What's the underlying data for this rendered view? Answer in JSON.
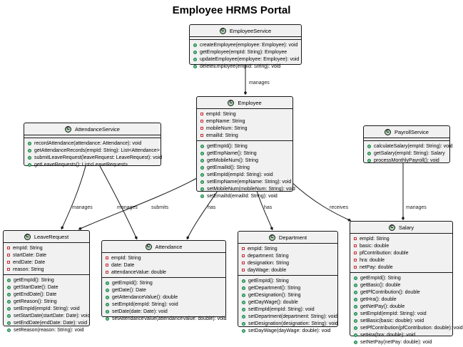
{
  "title": "Employee HRMS Portal",
  "classes": {
    "employee_service": {
      "name": "EmployeeService",
      "fields": [],
      "methods": [
        "createEmployee(employee: Employee): void",
        "getEmployee(empId: String): Employee",
        "updateEmployee(employee: Employee): void",
        "deleteEmployee(empId: String): void"
      ]
    },
    "employee": {
      "name": "Employee",
      "fields": [
        "empId: String",
        "empName: String",
        "mobileNum: String",
        "emailId: String"
      ],
      "methods": [
        "getEmpId(): String",
        "getEmpName(): String",
        "getMobileNum(): String",
        "getEmailId(): String",
        "setEmpId(empId: String): void",
        "setEmpName(empName: String): void",
        "setMobileNum(mobileNum: String): void",
        "setEmailId(emailId: String): void"
      ]
    },
    "attendance_service": {
      "name": "AttendanceService",
      "fields": [],
      "methods": [
        "recordAttendance(attendance: Attendance): void",
        "getAttendanceRecords(empId: String): List<Attendance>",
        "submitLeaveRequest(leaveRequest: LeaveRequest): void",
        "getLeaveRequests(): List<LeaveRequest>"
      ]
    },
    "payroll_service": {
      "name": "PayrollService",
      "fields": [],
      "methods": [
        "calculateSalary(empId: String): void",
        "getSalary(empId: String): Salary",
        "processMonthlyPayroll(): void"
      ]
    },
    "leave_request": {
      "name": "LeaveRequest",
      "fields": [
        "empId: String",
        "startDate: Date",
        "endDate: Date",
        "reason: String"
      ],
      "methods": [
        "getEmpId(): String",
        "getStartDate(): Date",
        "getEndDate(): Date",
        "getReason(): String",
        "setEmpId(empId: String): void",
        "setStartDate(startDate: Date): void",
        "setEndDate(endDate: Date): void",
        "setReason(reason: String): void"
      ]
    },
    "attendance": {
      "name": "Attendance",
      "fields": [
        "empId: String",
        "date: Date",
        "attendanceValue: double"
      ],
      "methods": [
        "getEmpId(): String",
        "getDate(): Date",
        "getAttendanceValue(): double",
        "setEmpId(empId: String): void",
        "setDate(date: Date): void",
        "setAttendanceValue(attendanceValue: double): void"
      ]
    },
    "department": {
      "name": "Department",
      "fields": [
        "empId: String",
        "department: String",
        "designation: String",
        "dayWage: double"
      ],
      "methods": [
        "getEmpId(): String",
        "getDepartment(): String",
        "getDesignation(): String",
        "getDayWage(): double",
        "setEmpId(empId: String): void",
        "setDepartment(department: String): void",
        "setDesignation(designation: String): void",
        "setDayWage(dayWage: double): void"
      ]
    },
    "salary": {
      "name": "Salary",
      "fields": [
        "empId: String",
        "basic: double",
        "pfContribution: double",
        "hra: double",
        "netPay: double"
      ],
      "methods": [
        "getEmpId(): String",
        "getBasic(): double",
        "getPfContribution(): double",
        "getHra(): double",
        "getNetPay(): double",
        "setEmpId(empId: String): void",
        "setBasic(basic: double): void",
        "setPfContribution(pfContribution: double): void",
        "setHra(hra: double): void",
        "setNetPay(netPay: double): void"
      ]
    }
  },
  "relations": [
    {
      "id": "es-emp",
      "from": "EmployeeService",
      "to": "Employee",
      "label": "manages"
    },
    {
      "id": "as-lr",
      "from": "AttendanceService",
      "to": "LeaveRequest",
      "label": "manages"
    },
    {
      "id": "as-att",
      "from": "AttendanceService",
      "to": "Attendance",
      "label": "manages"
    },
    {
      "id": "emp-lr",
      "from": "Employee",
      "to": "LeaveRequest",
      "label": "submits"
    },
    {
      "id": "emp-att",
      "from": "Employee",
      "to": "Attendance",
      "label": "has"
    },
    {
      "id": "emp-dep",
      "from": "Employee",
      "to": "Department",
      "label": "has"
    },
    {
      "id": "emp-sal",
      "from": "Employee",
      "to": "Salary",
      "label": "receives"
    },
    {
      "id": "ps-sal",
      "from": "PayrollService",
      "to": "Salary",
      "label": "manages"
    }
  ],
  "colors": {
    "class_bg": "#f1f1f1",
    "class_icon": "#add1b2",
    "field_marker": "#c82930",
    "method_marker": "#84be84",
    "edge": "#181818"
  }
}
